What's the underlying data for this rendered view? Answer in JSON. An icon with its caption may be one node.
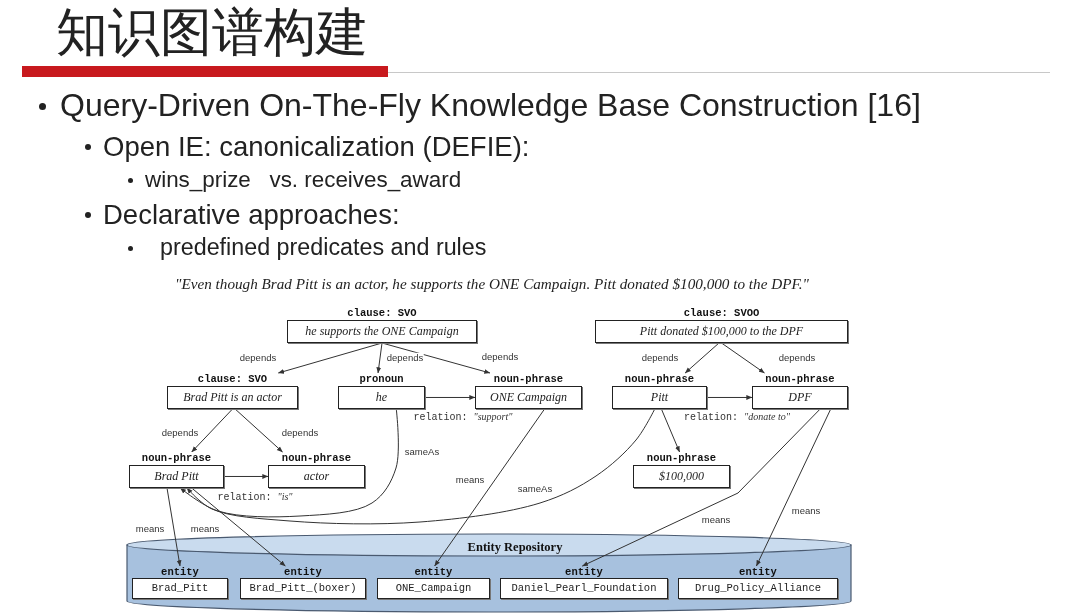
{
  "diagram": {
    "title": "知识图谱构建",
    "nodes": [
      {
        "text": [
          "clause: SVO",
          "he supports the ONE Campaign"
        ]
      },
      {
        "text": [
          "clause: SVOO",
          "Pitt donated $100,000 to the DPF"
        ]
      },
      {
        "text": [
          "clause: SVO",
          "Brad Pitt is an actor"
        ]
      },
      {
        "text": [
          "pronoun",
          "he"
        ]
      },
      {
        "text": [
          "noun-phrase",
          "ONE Campaign"
        ]
      },
      {
        "text": [
          "noun-phrase",
          "Pitt"
        ]
      },
      {
        "text": [
          "noun-phrase",
          "DPF"
        ]
      },
      {
        "text": [
          "noun-phrase",
          "Brad Pitt"
        ]
      },
      {
        "text": [
          "noun-phrase",
          "actor"
        ]
      },
      {
        "text": [
          "noun-phrase",
          "$100,000"
        ]
      },
      {
        "text": [
          "Entity Repository"
        ]
      },
      {
        "text": [
          "entity",
          "Brad_Pitt"
        ],
        "in": 10
      },
      {
        "text": [
          "entity",
          "Brad_Pitt_(boxer)"
        ],
        "in": 10
      },
      {
        "text": [
          "entity",
          "ONE_Campaign"
        ],
        "in": 10
      },
      {
        "text": [
          "entity",
          "Daniel_Pearl_Foundation"
        ],
        "in": 10
      },
      {
        "text": [
          "entity",
          "Drug_Policy_Alliance"
        ],
        "in": 10
      }
    ],
    "edges": [
      {
        "from": 0,
        "to": 2,
        "arrow": "to",
        "label": "depends"
      },
      {
        "from": 0,
        "to": 3,
        "arrow": "to",
        "label": "depends"
      },
      {
        "from": 0,
        "to": 4,
        "arrow": "to",
        "label": "depends"
      },
      {
        "from": 1,
        "to": 5,
        "arrow": "to",
        "label": "depends"
      },
      {
        "from": 1,
        "to": 6,
        "arrow": "to",
        "label": "depends"
      },
      {
        "from": 3,
        "to": 4,
        "arrow": "to",
        "label": "relation: *\"support\"*"
      },
      {
        "from": 5,
        "to": 6,
        "arrow": "to",
        "label": "relation: *\"donate to\"*"
      },
      {
        "from": 2,
        "to": 7,
        "arrow": "to",
        "label": "depends"
      },
      {
        "from": 2,
        "to": 8,
        "arrow": "to",
        "label": "depends"
      },
      {
        "from": 7,
        "to": 8,
        "arrow": "to",
        "label": "relation: *\"is\"*"
      },
      {
        "from": 5,
        "to": 9,
        "arrow": "to"
      },
      {
        "from": 3,
        "to": 7,
        "arrow": "to",
        "label": "sameAs"
      },
      {
        "from": 5,
        "to": 7,
        "arrow": "to",
        "label": "sameAs"
      },
      {
        "from": 4,
        "to": 13,
        "arrow": "to",
        "label": "means"
      },
      {
        "from": 6,
        "to": 14,
        "arrow": "to",
        "label": "means"
      },
      {
        "from": 6,
        "to": 15,
        "arrow": "to",
        "label": "means"
      },
      {
        "from": 7,
        "to": 11,
        "arrow": "to",
        "label": "means"
      },
      {
        "from": 7,
        "to": 12,
        "arrow": "to",
        "label": "means"
      }
    ],
    "labels": [
      "Query-Driven On-The-Fly Knowledge Base Construction [16]",
      "Open IE: canonicalization (DEFIE):",
      "wins_prize   vs. receives_award",
      "Declarative approaches:",
      "predefined predicates and rules",
      "\"Even though Brad Pitt is an actor, he supports the ONE Campaign. Pitt donated $100,000 to the DPF.\""
    ]
  }
}
